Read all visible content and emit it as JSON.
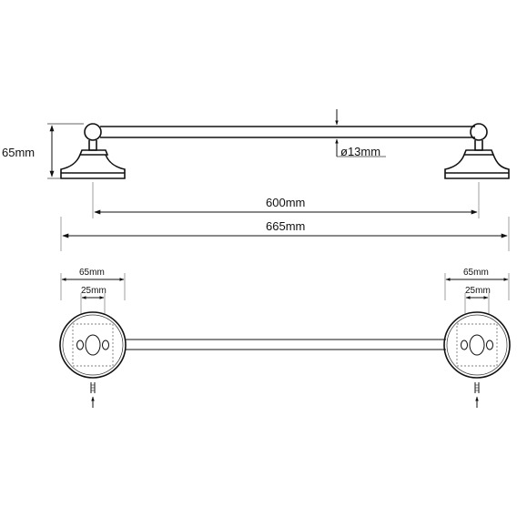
{
  "drawing": {
    "side_view": {
      "height_label": "65mm",
      "diameter_label": "ø13mm",
      "inner_span_label": "600mm",
      "total_length_label": "665mm"
    },
    "top_view": {
      "left_mount": {
        "plate_width_label": "65mm",
        "hole_spacing_label": "25mm"
      },
      "right_mount": {
        "plate_width_label": "65mm",
        "hole_spacing_label": "25mm"
      }
    }
  }
}
